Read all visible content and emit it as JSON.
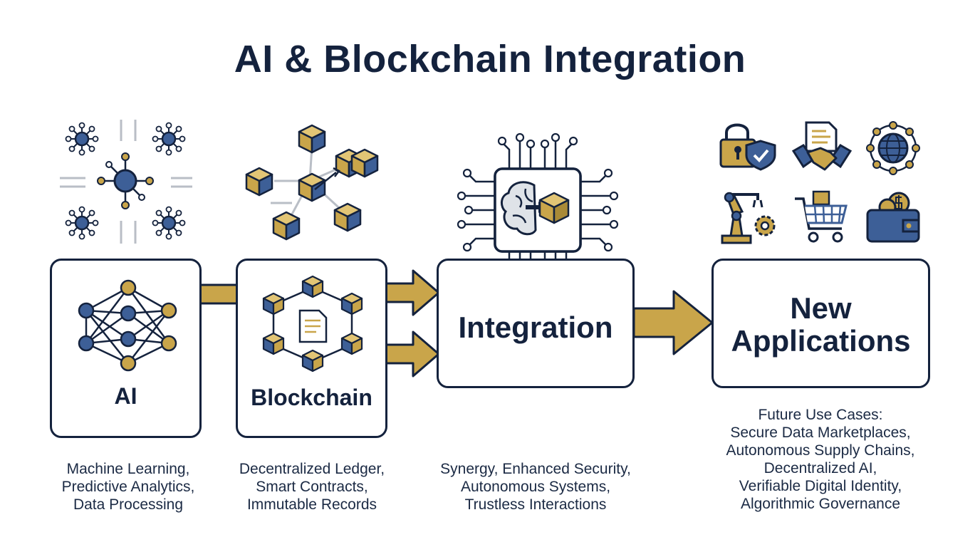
{
  "title": "AI & Blockchain Integration",
  "colors": {
    "navy": "#14223d",
    "blue": "#3d5f97",
    "gold": "#c9a54a",
    "gray": "#b9bec6"
  },
  "nodes": {
    "ai": {
      "label": "AI",
      "caption": [
        "Machine Learning,",
        "Predictive Analytics,",
        "Data Processing"
      ]
    },
    "blockchain": {
      "label": "Blockchain",
      "caption": [
        "Decentralized Ledger,",
        "Smart Contracts,",
        "Immutable Records"
      ]
    },
    "integration": {
      "label": "Integration",
      "caption": [
        "Synergy, Enhanced Security,",
        "Autonomous Systems,",
        "Trustless Interactions"
      ]
    },
    "applications": {
      "label_line1": "New",
      "label_line2": "Applications",
      "caption": [
        "Future Use Cases:",
        "Secure Data Marketplaces,",
        "Autonomous Supply Chains,",
        "Decentralized AI,",
        "Verifiable Digital Identity,",
        "Algorithmic Governance"
      ]
    }
  },
  "icons": {
    "ai_top": "network-nodes-icon",
    "blockchain_top": "blockchain-cubes-icon",
    "integration_top": "brain-chip-icon",
    "apps": [
      "lock-shield-icon",
      "handshake-document-icon",
      "globe-network-icon",
      "robot-arm-gear-icon",
      "shopping-cart-icon",
      "wallet-coins-icon"
    ],
    "ai_box": "neural-network-icon",
    "blockchain_box": "block-ring-document-icon"
  }
}
